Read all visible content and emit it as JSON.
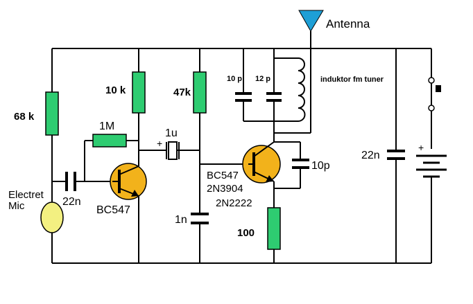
{
  "labels": {
    "antenna": "Antenna",
    "r68k": "68 k",
    "r10k": "10 k",
    "r1m": "1M",
    "c1u": "1u",
    "r47k": "47k",
    "c10p_a": "10 p",
    "c12p": "12 p",
    "inductor": "induktor fm tuner",
    "c22n_right": "22n",
    "c10p_b": "10p",
    "mic_line1": "Electret",
    "mic_line2": "Mic",
    "c22n_left": "22n",
    "q1": "BC547",
    "q2_line1": "BC547",
    "q2_line2": "2N3904",
    "q2_line3": "2N2222",
    "c1n": "1n",
    "r100": "100",
    "plus1": "+",
    "plus2": "+"
  },
  "colors": {
    "resistor": "#2ecc71",
    "transistor": "#f2b21b",
    "antenna": "#1e9fd6",
    "mic": "#f3f081",
    "wire": "#000000"
  },
  "icons": {
    "antenna": "antenna-icon",
    "battery": "battery-icon",
    "switch": "switch-icon",
    "microphone": "microphone-icon"
  }
}
